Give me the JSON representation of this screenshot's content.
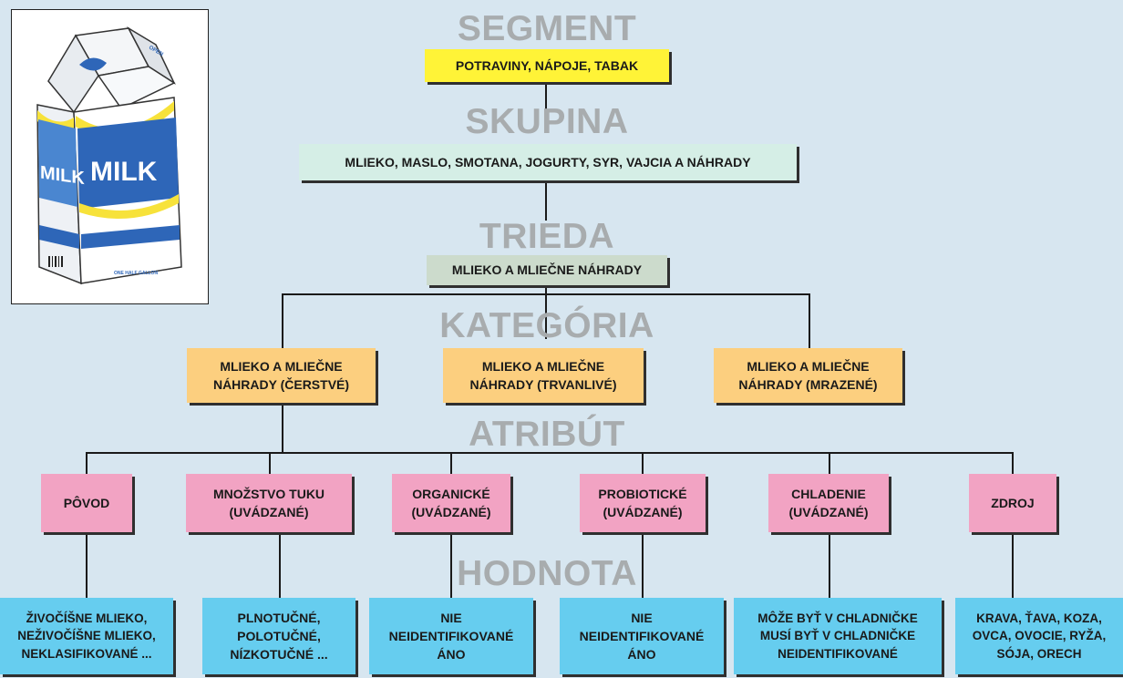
{
  "levels": {
    "segment": "SEGMENT",
    "skupina": "SKUPINA",
    "trieda": "TRIEDA",
    "kategoria": "KATEGÓRIA",
    "atribut": "ATRIBÚT",
    "hodnota": "HODNOTA"
  },
  "segment_box": "POTRAVINY, NÁPOJE, TABAK",
  "skupina_box": "MLIEKO, MASLO, SMOTANA, JOGURTY, SYR, VAJCIA A NÁHRADY",
  "trieda_box": "MLIEKO A MLIEČNE NÁHRADY",
  "categories": [
    "MLIEKO A MLIEČNE\nNÁHRADY (ČERSTVÉ)",
    "MLIEKO A MLIEČNE\nNÁHRADY (TRVANLIVÉ)",
    "MLIEKO A MLIEČNE\nNÁHRADY (MRAZENÉ)"
  ],
  "attributes": [
    "PÔVOD",
    "MNOŽSTVO TUKU\n(UVÁDZANÉ)",
    "ORGANICKÉ\n(UVÁDZANÉ)",
    "PROBIOTICKÉ\n(UVÁDZANÉ)",
    "CHLADENIE\n(UVÁDZANÉ)",
    "ZDROJ"
  ],
  "values": [
    "ŽIVOČÍŠNE MLIEKO,\nNEŽIVOČÍŠNE MLIEKO,\nNEKLASIFIKOVANÉ ...",
    "PLNOTUČNÉ,\nPOLOTUČNÉ,\nNÍZKOTUČNÉ ...",
    "NIE\nNEIDENTIFIKOVANÉ\nÁNO",
    "NIE\nNEIDENTIFIKOVANÉ\nÁNO",
    "MÔŽE BYŤ V CHLADNIČKE\nMUSÍ BYŤ V CHLADNIČKE\nNEIDENTIFIKOVANÉ",
    "KRAVA, ŤAVA, KOZA,\nOVCA, OVOCIE, RYŽA,\nSÓJA, ORECH"
  ],
  "milk_carton": {
    "front_label": "MILK",
    "side_label": "MILK",
    "top_label": "OPEN",
    "bottom_label": "ONE HALF GALLON",
    "colors": {
      "blue": "#2e66b8",
      "yellow": "#f7e23a"
    }
  }
}
